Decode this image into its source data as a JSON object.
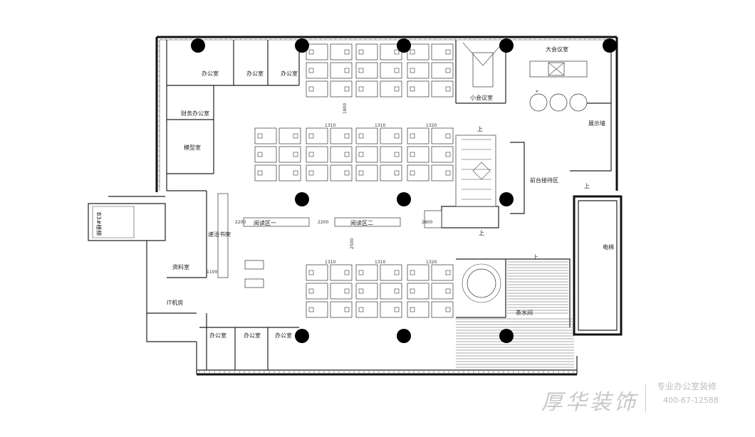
{
  "labels": {
    "office_nw1": "办公室",
    "office_nw2": "办公室",
    "office_nw3": "办公室",
    "finance_office": "财务办公室",
    "model_room": "模型室",
    "large_meeting": "大会议室",
    "small_meeting": "小会议室",
    "display_area": "展示墙",
    "reception": "前台接待区",
    "reading_area1": "阅读区一",
    "reading_area2": "阅读区二",
    "quick_meeting": "速洽书架",
    "material_room": "资料室",
    "it_room": "IT机房",
    "office_sw1": "办公室",
    "office_sw2": "办公室",
    "office_sw3": "办公室",
    "tea_room": "茶水间",
    "stair_b3": "B3#楼梯",
    "elevator": "电梯",
    "up1": "上",
    "up2": "上",
    "up3": "上",
    "up4": "上"
  },
  "dimensions": {
    "d1310a": "1310",
    "d1310b": "1310",
    "d1320a": "1320",
    "d1800": "1800",
    "d2200a": "2200",
    "d2200b": "2200",
    "d2800": "2800",
    "d2500": "2500",
    "d1100": "1100",
    "d1310c": "1310",
    "d1310d": "1310",
    "d1320b": "1320"
  },
  "watermark": {
    "brand": "厚华装饰",
    "slogan": "专业办公室装修",
    "phone": "400-67-12588"
  },
  "colors": {
    "ink": "#222222",
    "column": "#000000",
    "watermark": "#c8c8c8"
  }
}
